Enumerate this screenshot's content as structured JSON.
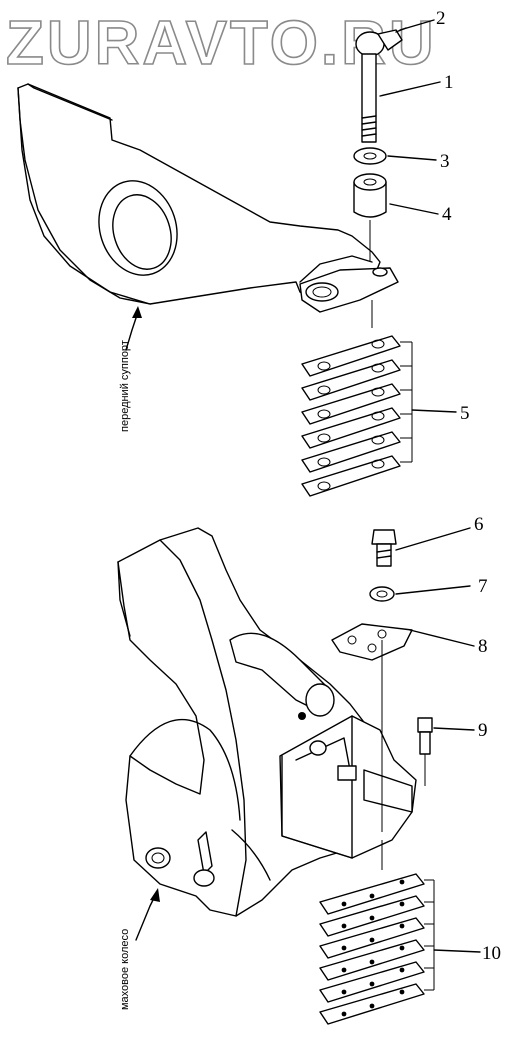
{
  "watermark": "ZURAVTO.RU",
  "labels": {
    "front_support": "передний суппорт",
    "flywheel": "маховое колесо"
  },
  "callouts": [
    "1",
    "2",
    "3",
    "4",
    "5",
    "6",
    "7",
    "8",
    "9",
    "10"
  ]
}
